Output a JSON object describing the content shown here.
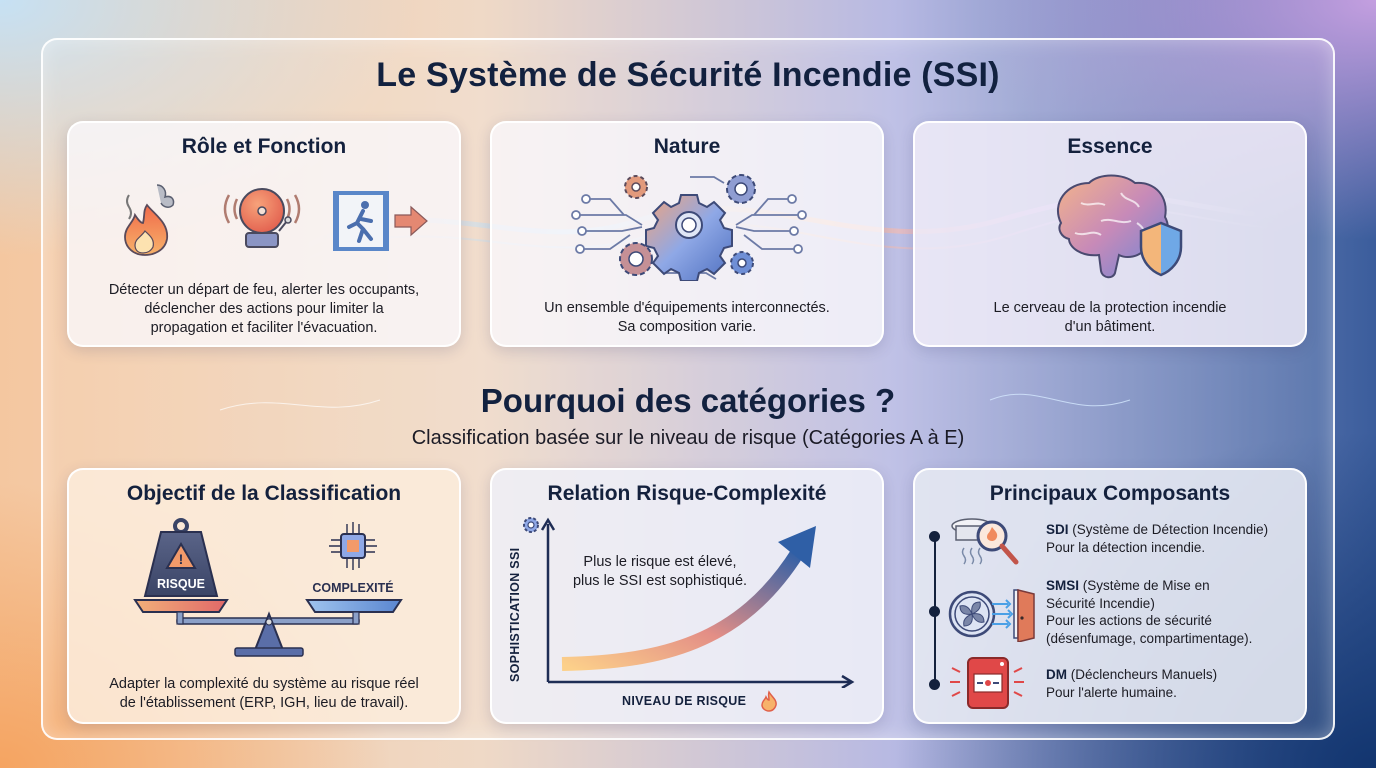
{
  "header": {
    "title": "Le Système de Sécurité Incendie (SSI)"
  },
  "top_cards": [
    {
      "title": "Rôle et Fonction",
      "icons": [
        "fire-smoke-icon",
        "alarm-bell-icon",
        "emergency-exit-icon",
        "arrow-right-icon"
      ],
      "text_lines": [
        "Détecter un départ de feu, alerter les occupants,",
        "déclencher des actions pour limiter la",
        "propagation et faciliter l'évacuation."
      ]
    },
    {
      "title": "Nature",
      "icons": [
        "interconnected-gears-icon"
      ],
      "text_lines": [
        "Un ensemble d'équipements interconnectés.",
        "Sa composition varie."
      ]
    },
    {
      "title": "Essence",
      "icons": [
        "brain-icon",
        "shield-icon"
      ],
      "text_lines": [
        "Le cerveau de la protection incendie",
        "d'un bâtiment."
      ]
    }
  ],
  "section": {
    "title": "Pourquoi des catégories ?",
    "subtitle": "Classification basée sur le niveau de risque (Catégories A à E)"
  },
  "bottom_cards": {
    "classification": {
      "title": "Objectif de la Classification",
      "weight_label": "RISQUE",
      "chip_label": "COMPLEXITÉ",
      "icons": [
        "balance-scale-icon",
        "warning-icon",
        "chip-icon"
      ],
      "text_lines": [
        "Adapter la complexité du système au risque réel",
        "de l'établissement (ERP, IGH, lieu de travail)."
      ]
    },
    "relation": {
      "title": "Relation Risque-Complexité",
      "annotation_lines": [
        "Plus le risque est élevé,",
        "plus le SSI est sophistiqué."
      ],
      "y_label": "SOPHISTICATION SSI",
      "x_label": "NIVEAU DE RISQUE",
      "icons": [
        "gear-icon",
        "flame-icon"
      ]
    },
    "components": {
      "title": "Principaux Composants",
      "items": [
        {
          "abbr": "SDI",
          "name": "(Système de Détection Incendie)",
          "desc": "Pour la détection incendie.",
          "icon": "smoke-detector-magnifier-icon"
        },
        {
          "abbr": "SMSI",
          "name": "(Système de Mise en",
          "name2": "Sécurité Incendie)",
          "desc": "Pour les actions de sécurité",
          "desc2": "(désenfumage, compartimentage).",
          "icon": "fan-door-icon"
        },
        {
          "abbr": "DM",
          "name": "(Déclencheurs Manuels)",
          "desc": "Pour l'alerte humaine.",
          "icon": "manual-call-point-icon"
        }
      ]
    }
  },
  "colors": {
    "title_navy": "#12213f",
    "accent_orange": "#f08a5d",
    "accent_blue": "#2f5fa6",
    "alarm_red": "#e04848",
    "bg_top_left": "#c6e1f4",
    "bg_bottom_left": "#f5a461",
    "bg_top_right": "#c49fe0",
    "bg_bottom_right": "#12356f"
  }
}
